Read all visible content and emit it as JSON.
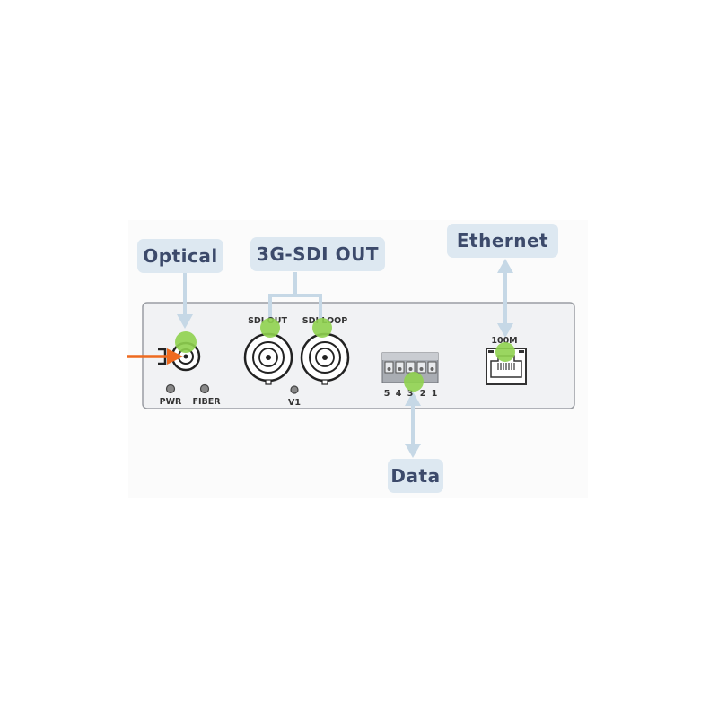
{
  "callouts": {
    "optical": "Optical",
    "sdi_out": "3G-SDI OUT",
    "ethernet": "Ethernet",
    "data": "Data"
  },
  "panel_labels": {
    "pwr": "PWR",
    "fiber": "FIBER",
    "sdi_out": "SDI OUT",
    "sdi_loop": "SDI LOOP",
    "v1": "V1",
    "port_100m": "100M",
    "pins": [
      "5",
      "4",
      "3",
      "2",
      "1"
    ]
  },
  "colors": {
    "callout_bg": "#dde8f1",
    "callout_text": "#3c4a6b",
    "arrow_lightblue": "#c6d8e6",
    "marker_green": "#8fd14f",
    "fiber_arrow_orange": "#ee6a1f",
    "panel_fill": "#f1f2f4"
  }
}
